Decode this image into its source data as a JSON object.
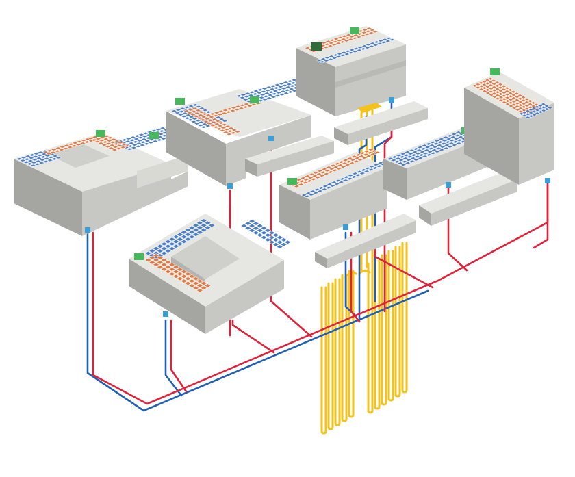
{
  "diagram": {
    "caption": "",
    "colors": {
      "background": "#ffffff",
      "wall_light": "#d9d9d4",
      "wall_mid": "#c2c3bf",
      "wall_dark": "#a5a6a2",
      "roof_top": "#e6e6e2",
      "pipe_supply": "#e0213a",
      "pipe_return": "#1f5fb4",
      "pipe_geothermal": "#f3c21b",
      "connector": "#3a9fd8",
      "pv_panel": "#4a7fc7",
      "thermal_panel": "#e07a45",
      "heat_unit": "#48b85c",
      "heat_unit_dark": "#2f6b3b"
    },
    "icons": {
      "pv_panel": "solar-panel-icon",
      "thermal_panel": "solar-thermal-icon",
      "heat_unit": "heat-pump-icon",
      "connector": "pipe-connector-icon",
      "borehole": "borehole-field-icon"
    },
    "elements": {
      "buildings": [
        "building-a",
        "building-b",
        "building-c",
        "building-d",
        "building-e",
        "building-f",
        "building-g"
      ],
      "storage_blocks": [
        "storage-1",
        "storage-2",
        "storage-3",
        "storage-4"
      ],
      "networks": [
        "supply-network",
        "return-network",
        "geothermal-field"
      ]
    }
  }
}
